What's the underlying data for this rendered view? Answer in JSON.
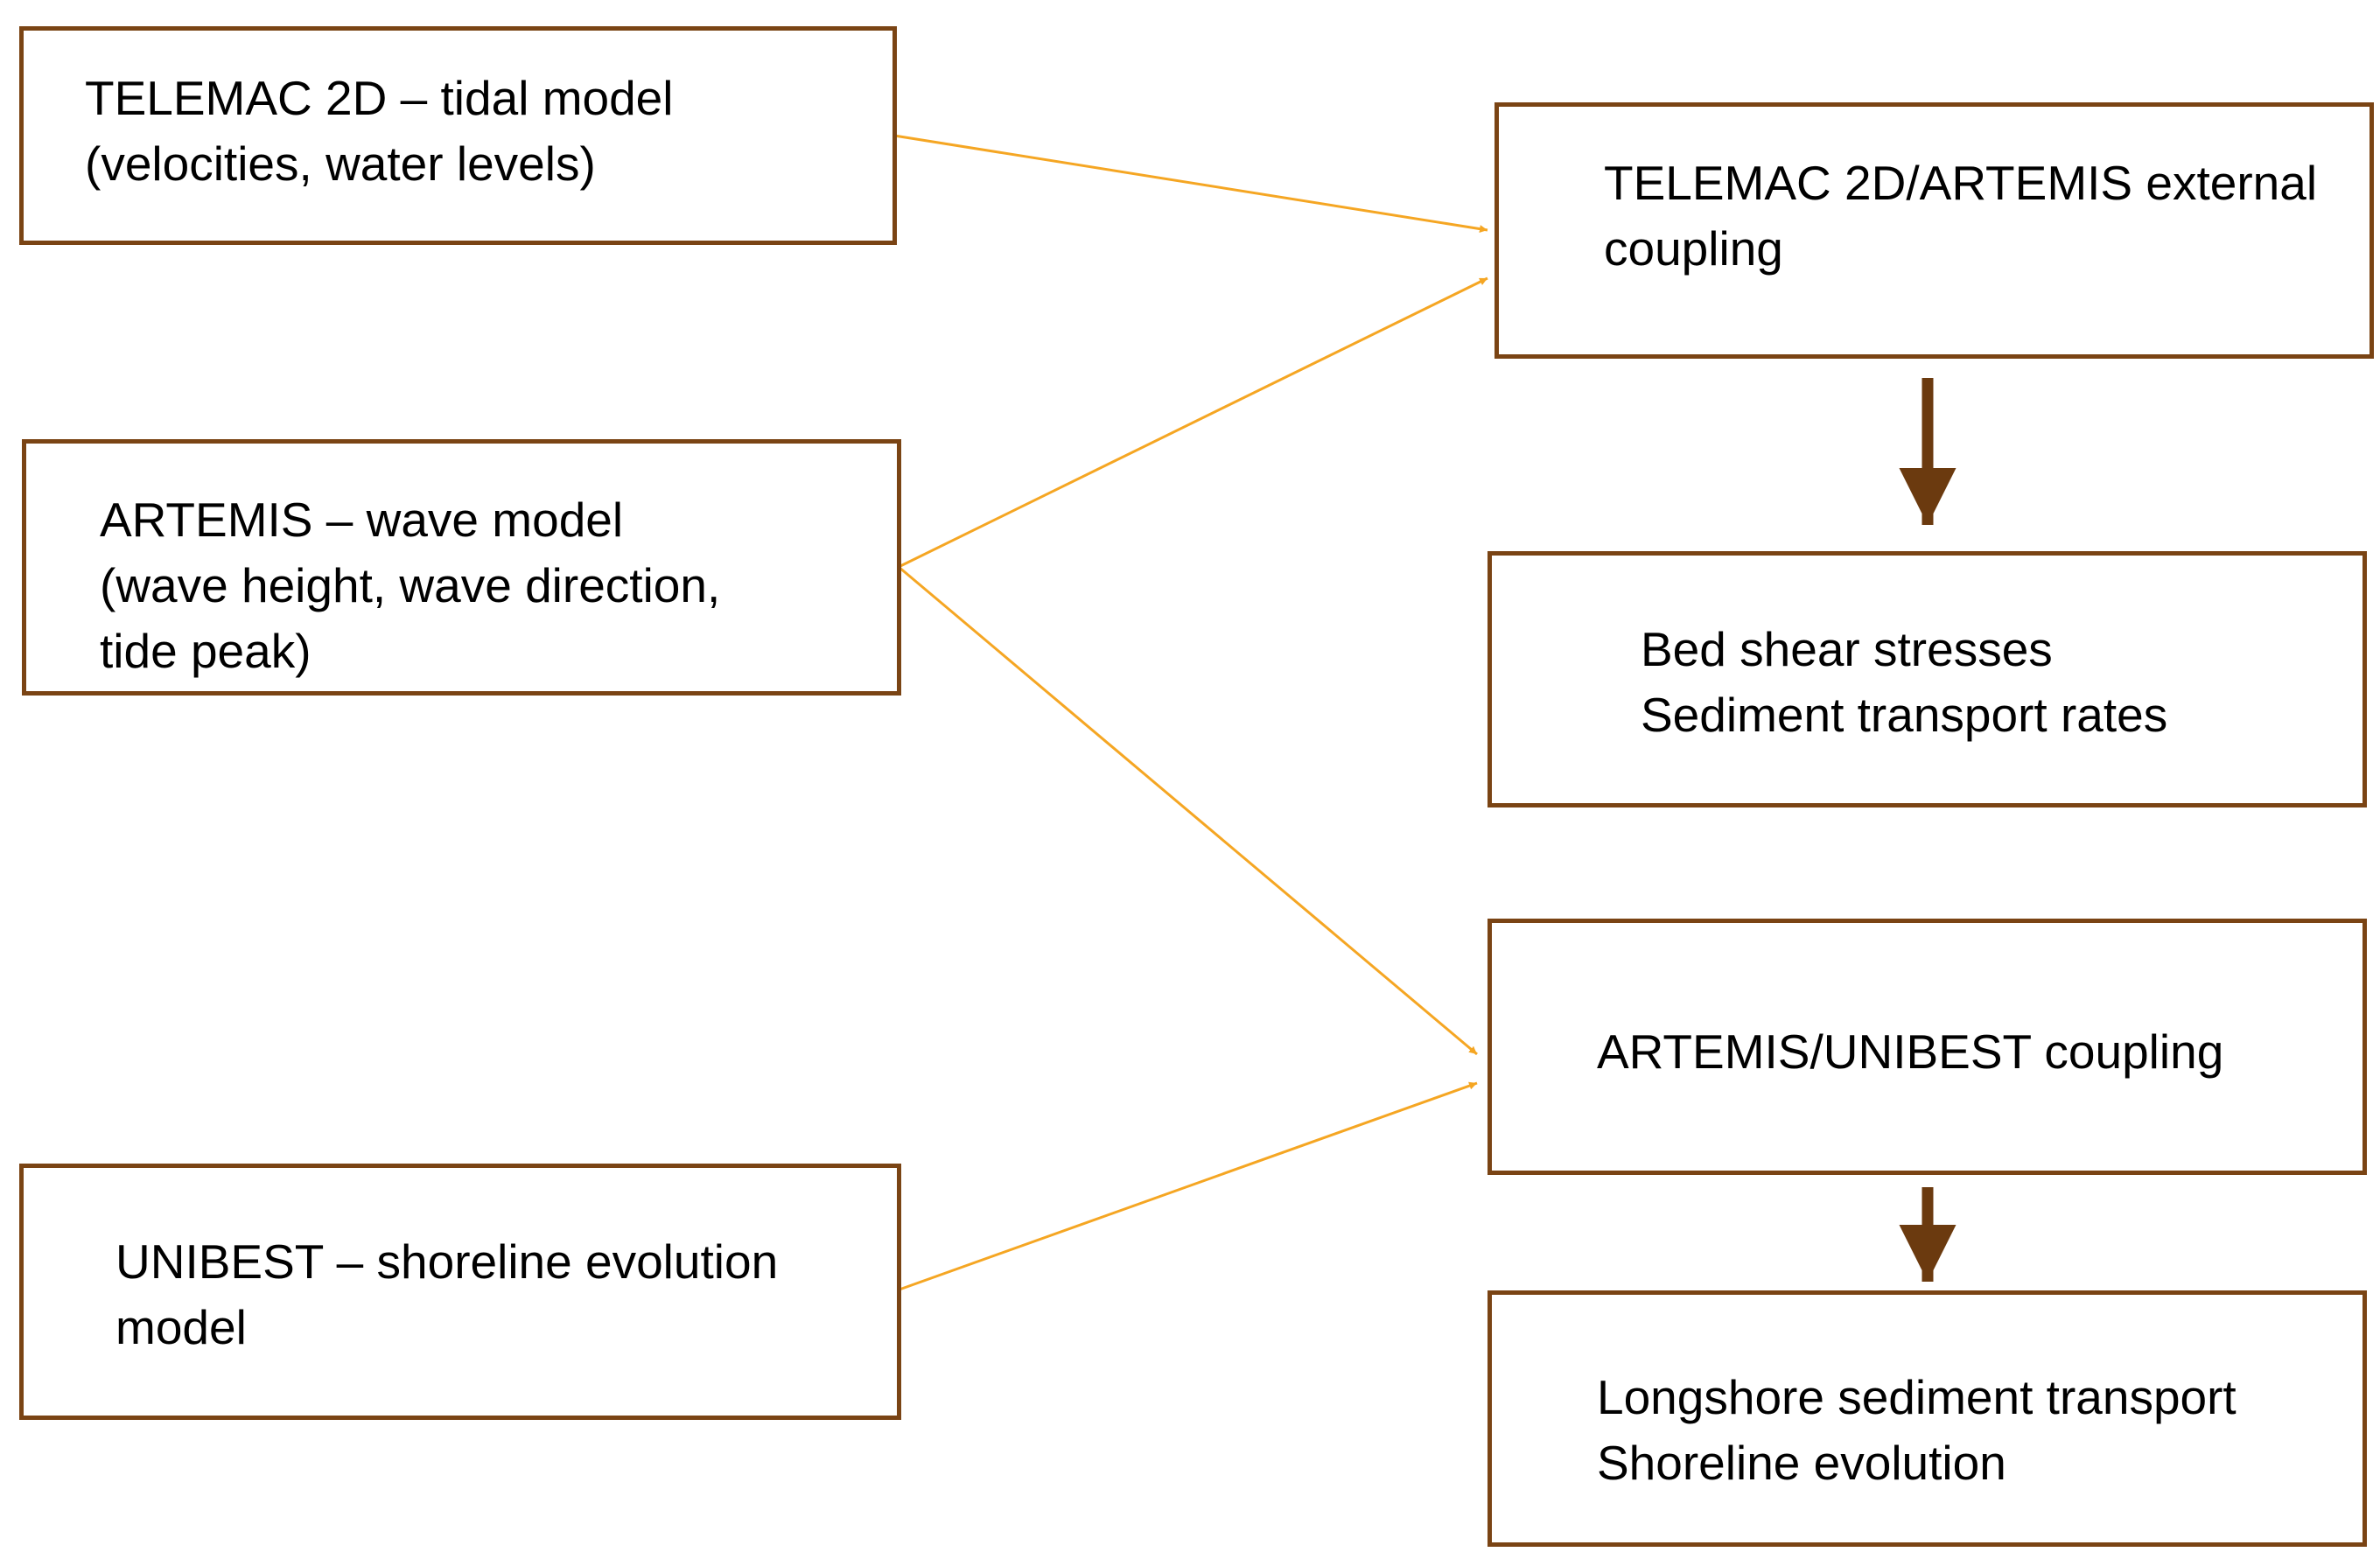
{
  "colors": {
    "box_border": "#7a4414",
    "input_arrow": "#f5a623",
    "output_arrow": "#6b3a0f",
    "background": "#ffffff",
    "text": "#000000"
  },
  "inputs": {
    "telemac": {
      "lines": [
        "TELEMAC 2D – tidal model",
        "(velocities, water levels)"
      ]
    },
    "artemis": {
      "lines": [
        "ARTEMIS – wave model",
        "(wave height, wave direction,",
        "tide peak)"
      ]
    },
    "unibest": {
      "lines": [
        "UNIBEST – shoreline evolution",
        "model"
      ]
    }
  },
  "couplings": {
    "telemac_artemis": {
      "lines": [
        "TELEMAC 2D/ARTEMIS external",
        "coupling"
      ]
    },
    "artemis_unibest": {
      "lines": [
        "ARTEMIS/UNIBEST coupling"
      ]
    }
  },
  "outputs": {
    "shear_sediment": {
      "lines": [
        "Bed shear stresses",
        "Sediment transport rates"
      ]
    },
    "longshore_shoreline": {
      "lines": [
        "Longshore sediment transport",
        "Shoreline evolution"
      ]
    }
  }
}
